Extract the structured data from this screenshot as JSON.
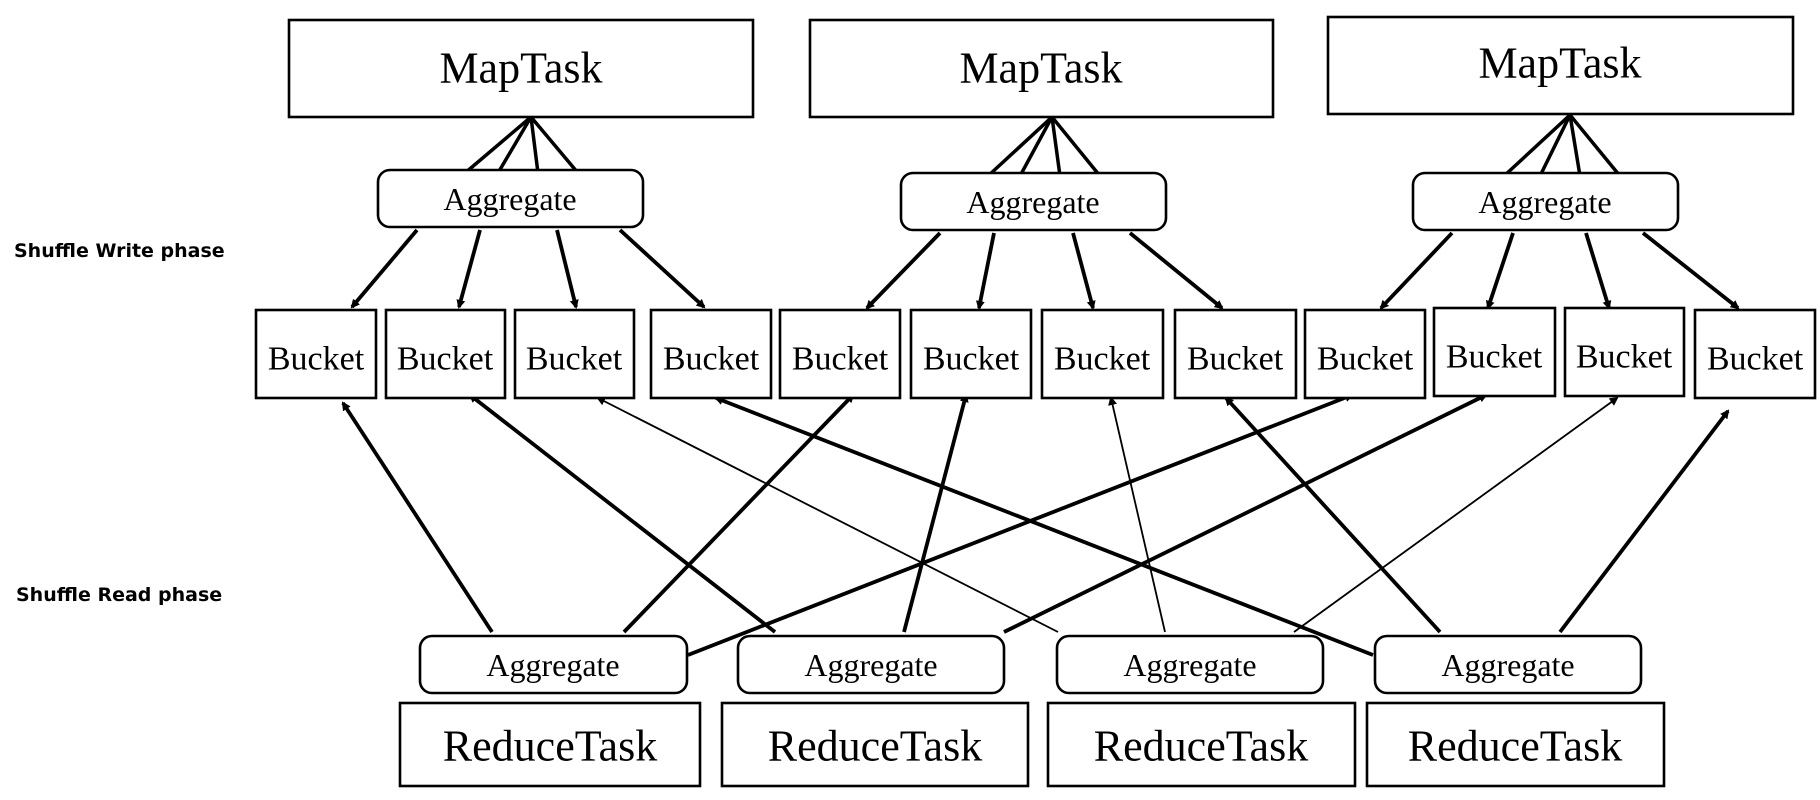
{
  "phases": {
    "write": "Shuffle Write phase",
    "read": "Shuffle Read phase"
  },
  "map_tasks": [
    "MapTask",
    "MapTask",
    "MapTask"
  ],
  "map_aggregates": [
    "Aggregate",
    "Aggregate",
    "Aggregate"
  ],
  "buckets": [
    "Bucket",
    "Bucket",
    "Bucket",
    "Bucket",
    "Bucket",
    "Bucket",
    "Bucket",
    "Bucket",
    "Bucket",
    "Bucket",
    "Bucket",
    "Bucket"
  ],
  "reduce_aggregates": [
    "Aggregate",
    "Aggregate",
    "Aggregate",
    "Aggregate"
  ],
  "reduce_tasks": [
    "ReduceTask",
    "ReduceTask",
    "ReduceTask",
    "ReduceTask"
  ]
}
